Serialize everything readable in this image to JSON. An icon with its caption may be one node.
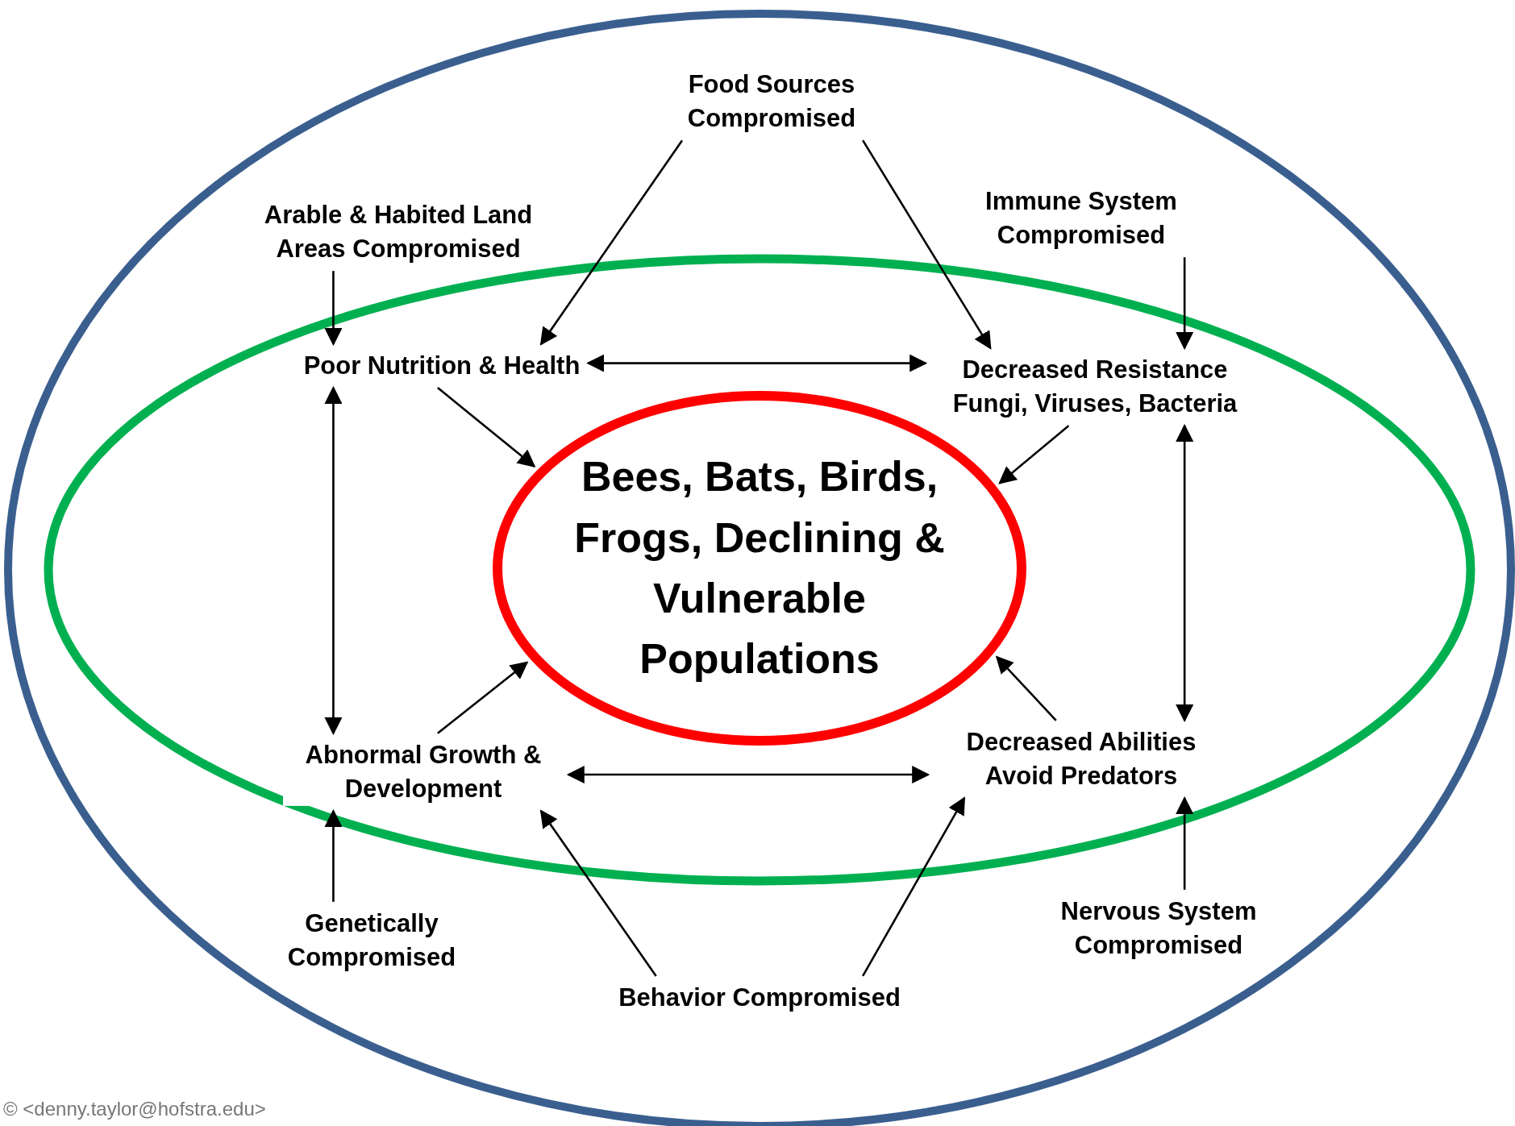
{
  "diagram": {
    "nodes": [
      {
        "text": [
          "Food Sources Compromised"
        ]
      },
      {
        "text": [
          "Arable & Habited Land Areas Compromised"
        ]
      },
      {
        "text": [
          "Immune System Compromised"
        ]
      },
      {
        "text": [
          "Poor Nutrition & Health"
        ]
      },
      {
        "text": [
          "Decreased Resistance Fungi, Viruses, Bacteria"
        ]
      },
      {
        "text": [
          "Bees, Bats, Birds, Frogs, Declining & Vulnerable Populations"
        ]
      },
      {
        "text": [
          "Abnormal Growth & Development"
        ]
      },
      {
        "text": [
          "Decreased Abilities Avoid Predators"
        ]
      },
      {
        "text": [
          "Genetically Compromised"
        ]
      },
      {
        "text": [
          "Nervous System Compromised"
        ]
      },
      {
        "text": [
          "Behavior Compromised"
        ]
      }
    ],
    "edges": [
      {
        "from": 0,
        "to": 3,
        "arrow": "to"
      },
      {
        "from": 0,
        "to": 4,
        "arrow": "to"
      },
      {
        "from": 1,
        "to": 3,
        "arrow": "to"
      },
      {
        "from": 2,
        "to": 4,
        "arrow": "to"
      },
      {
        "from": 3,
        "to": 4,
        "arrow": "both"
      },
      {
        "from": 3,
        "to": 5,
        "arrow": "to"
      },
      {
        "from": 4,
        "to": 5,
        "arrow": "to"
      },
      {
        "from": 3,
        "to": 6,
        "arrow": "both"
      },
      {
        "from": 4,
        "to": 7,
        "arrow": "both"
      },
      {
        "from": 6,
        "to": 5,
        "arrow": "to"
      },
      {
        "from": 7,
        "to": 5,
        "arrow": "to"
      },
      {
        "from": 6,
        "to": 7,
        "arrow": "both"
      },
      {
        "from": 8,
        "to": 6,
        "arrow": "to"
      },
      {
        "from": 10,
        "to": 6,
        "arrow": "to"
      },
      {
        "from": 10,
        "to": 7,
        "arrow": "to"
      },
      {
        "from": 9,
        "to": 7,
        "arrow": "to"
      }
    ],
    "labels": [
      "© <denny.taylor@hofstra.edu>"
    ]
  }
}
